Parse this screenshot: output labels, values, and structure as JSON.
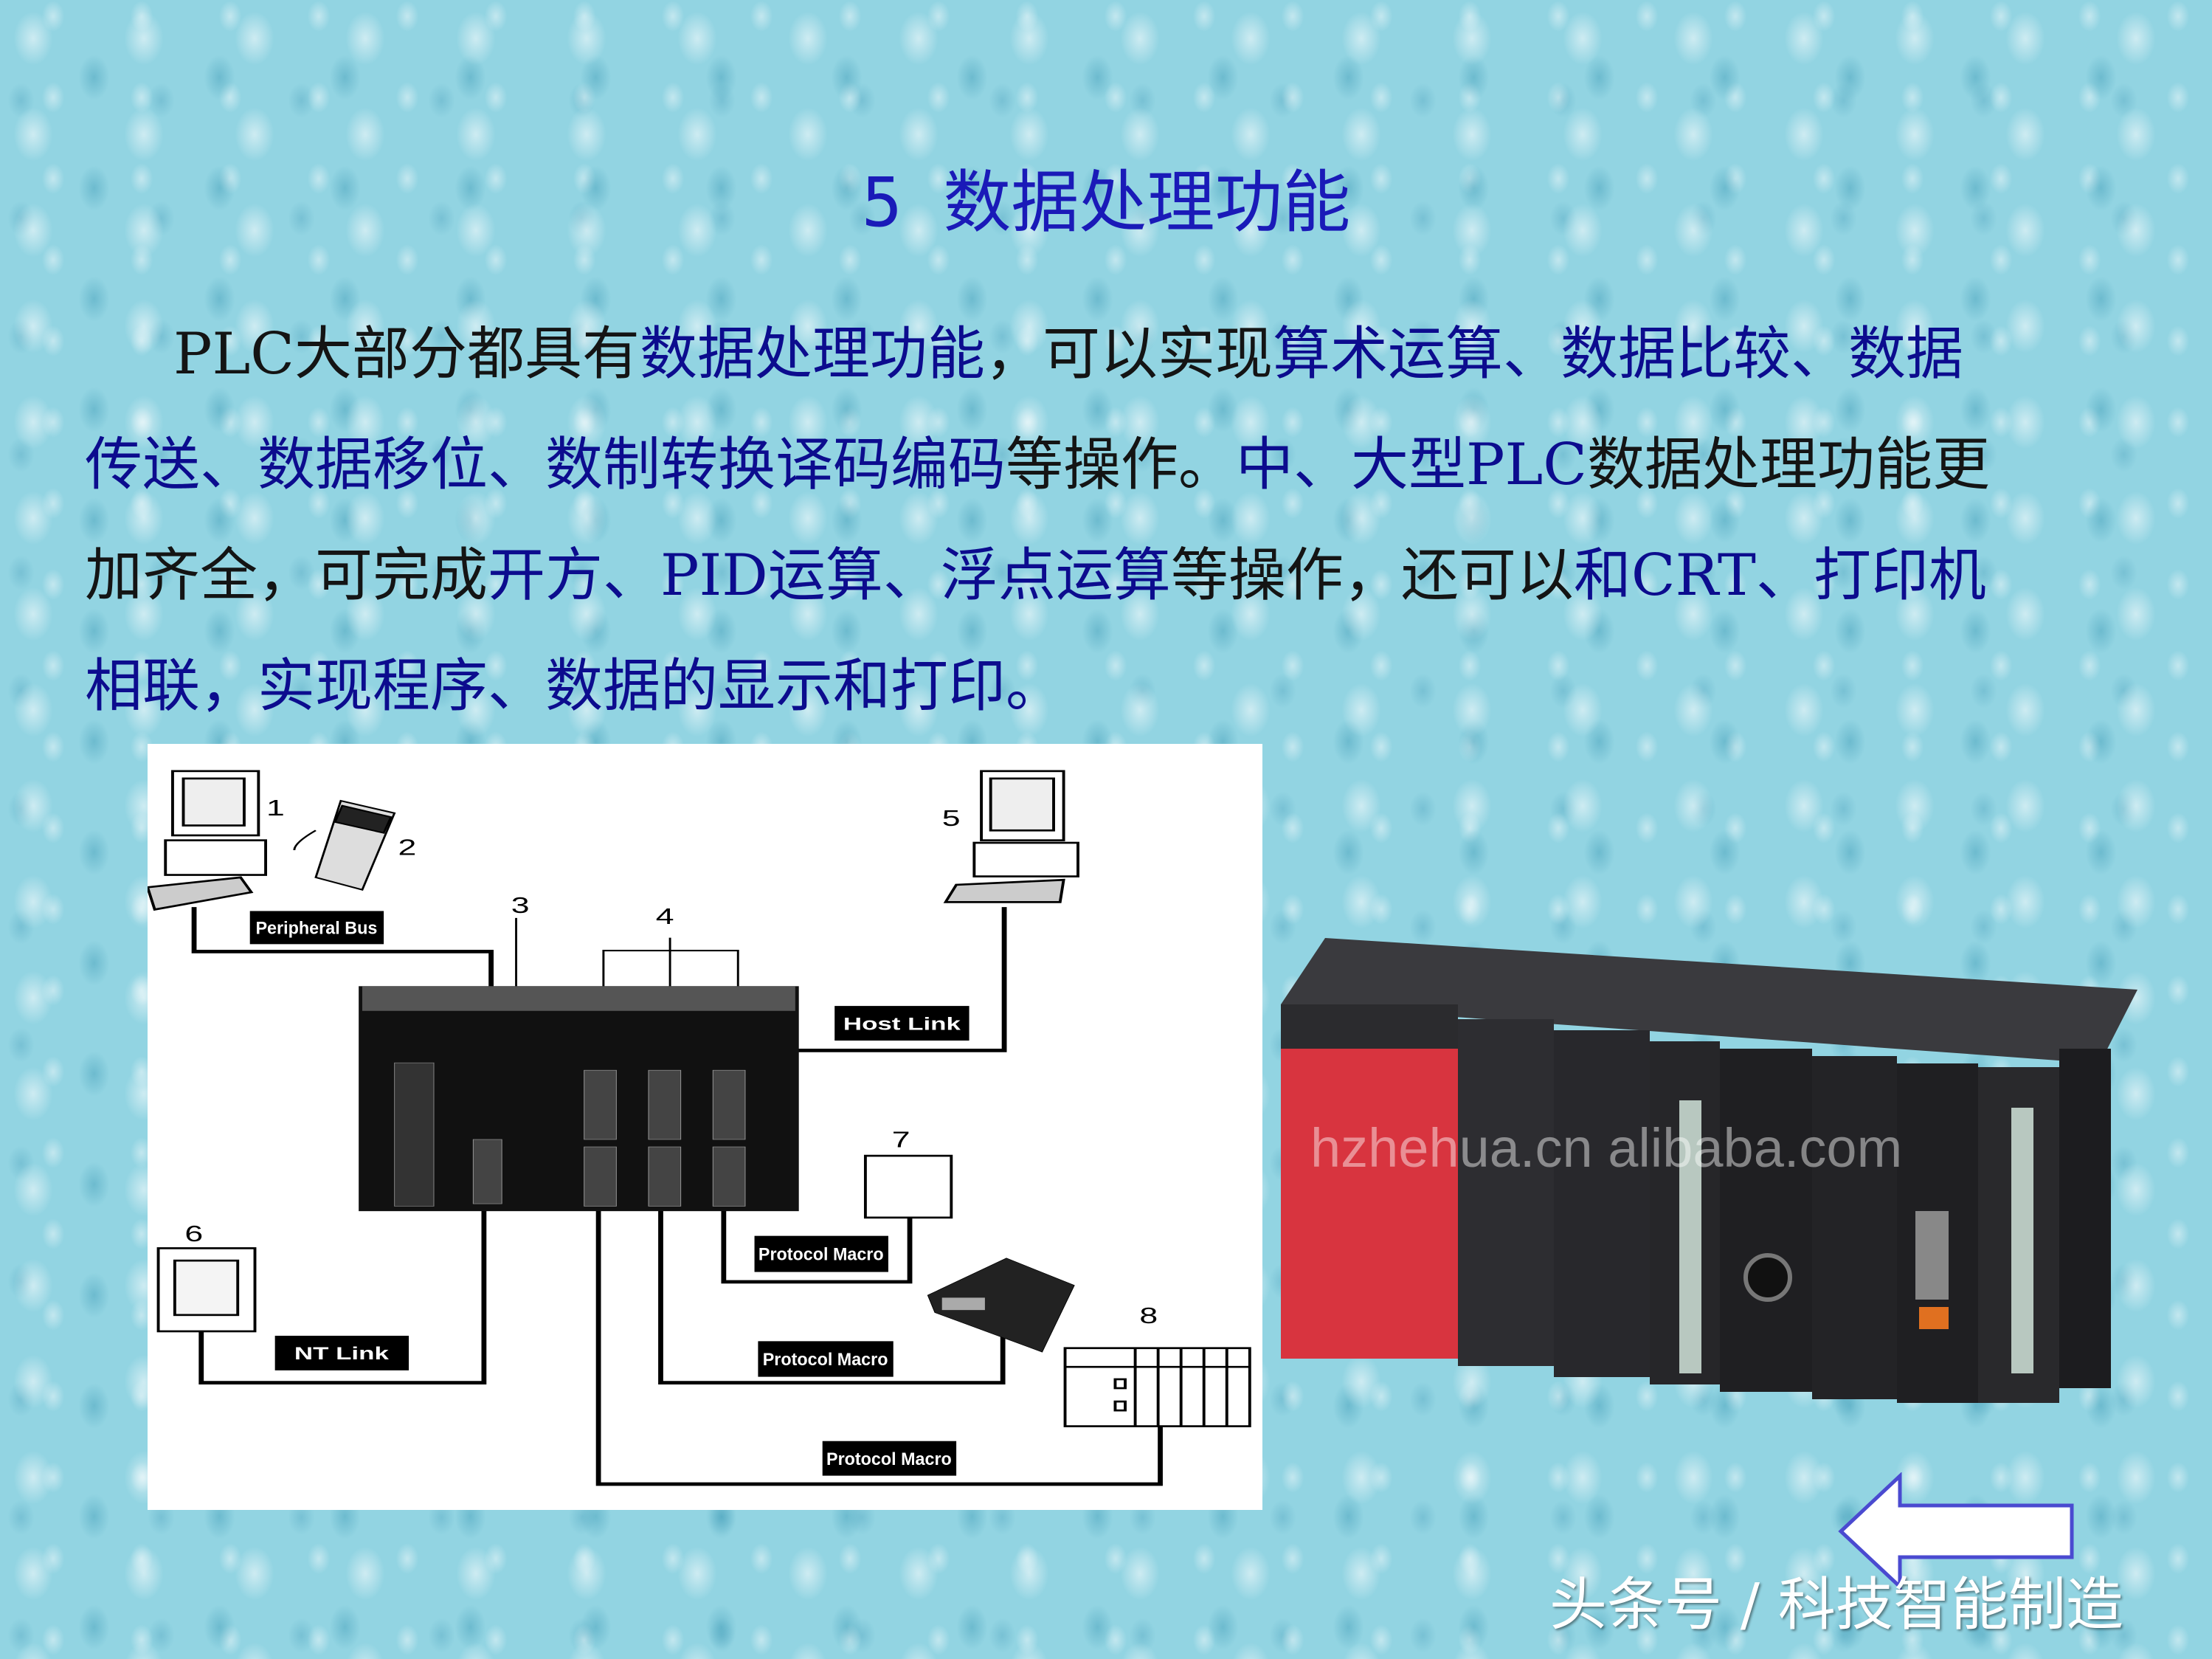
{
  "title": "5 数据处理功能",
  "paragraph": {
    "line1": [
      {
        "text": "PLC大部分都具有",
        "color": "black"
      },
      {
        "text": "数据处理功能",
        "color": "blue"
      },
      {
        "text": "，可以实现",
        "color": "black"
      },
      {
        "text": "算术运算、数据比较、数据",
        "color": "blue"
      }
    ],
    "line2": [
      {
        "text": "传送、数据移位、数制转换译码编码",
        "color": "blue"
      },
      {
        "text": "等操作。",
        "color": "black"
      },
      {
        "text": "中、大型PLC",
        "color": "blue"
      },
      {
        "text": "数据处理功能更",
        "color": "black"
      }
    ],
    "line3": [
      {
        "text": "加齐全，可完成",
        "color": "black"
      },
      {
        "text": "开方、PID运算、浮点运算",
        "color": "blue"
      },
      {
        "text": "等操作，还可以",
        "color": "black"
      },
      {
        "text": "和CRT、打印机",
        "color": "blue"
      }
    ],
    "line4": [
      {
        "text": "相联，实现程序、数据的显示和打印。",
        "color": "blue"
      }
    ]
  },
  "diagram": {
    "numbers": [
      "1",
      "2",
      "3",
      "4",
      "5",
      "6",
      "7",
      "8"
    ],
    "labels": {
      "peripheral_bus": "Peripheral Bus",
      "host_link": "Host Link",
      "nt_link": "NT Link",
      "protocol_macro_1": "Protocol Macro",
      "protocol_macro_2": "Protocol Macro",
      "protocol_macro_3": "Protocol Macro"
    }
  },
  "photo": {
    "watermark": "hzhehua.cn alibaba.com"
  },
  "footer_watermark": "头条号 / 科技智能制造",
  "colors": {
    "black_text": "#141414",
    "blue_text": "#0c0c8e",
    "title": "#1a1ab8",
    "background": "#92d4e2",
    "module_red": "#d8343f"
  },
  "icons": {
    "back_arrow": "arrow-left-outline-icon"
  }
}
